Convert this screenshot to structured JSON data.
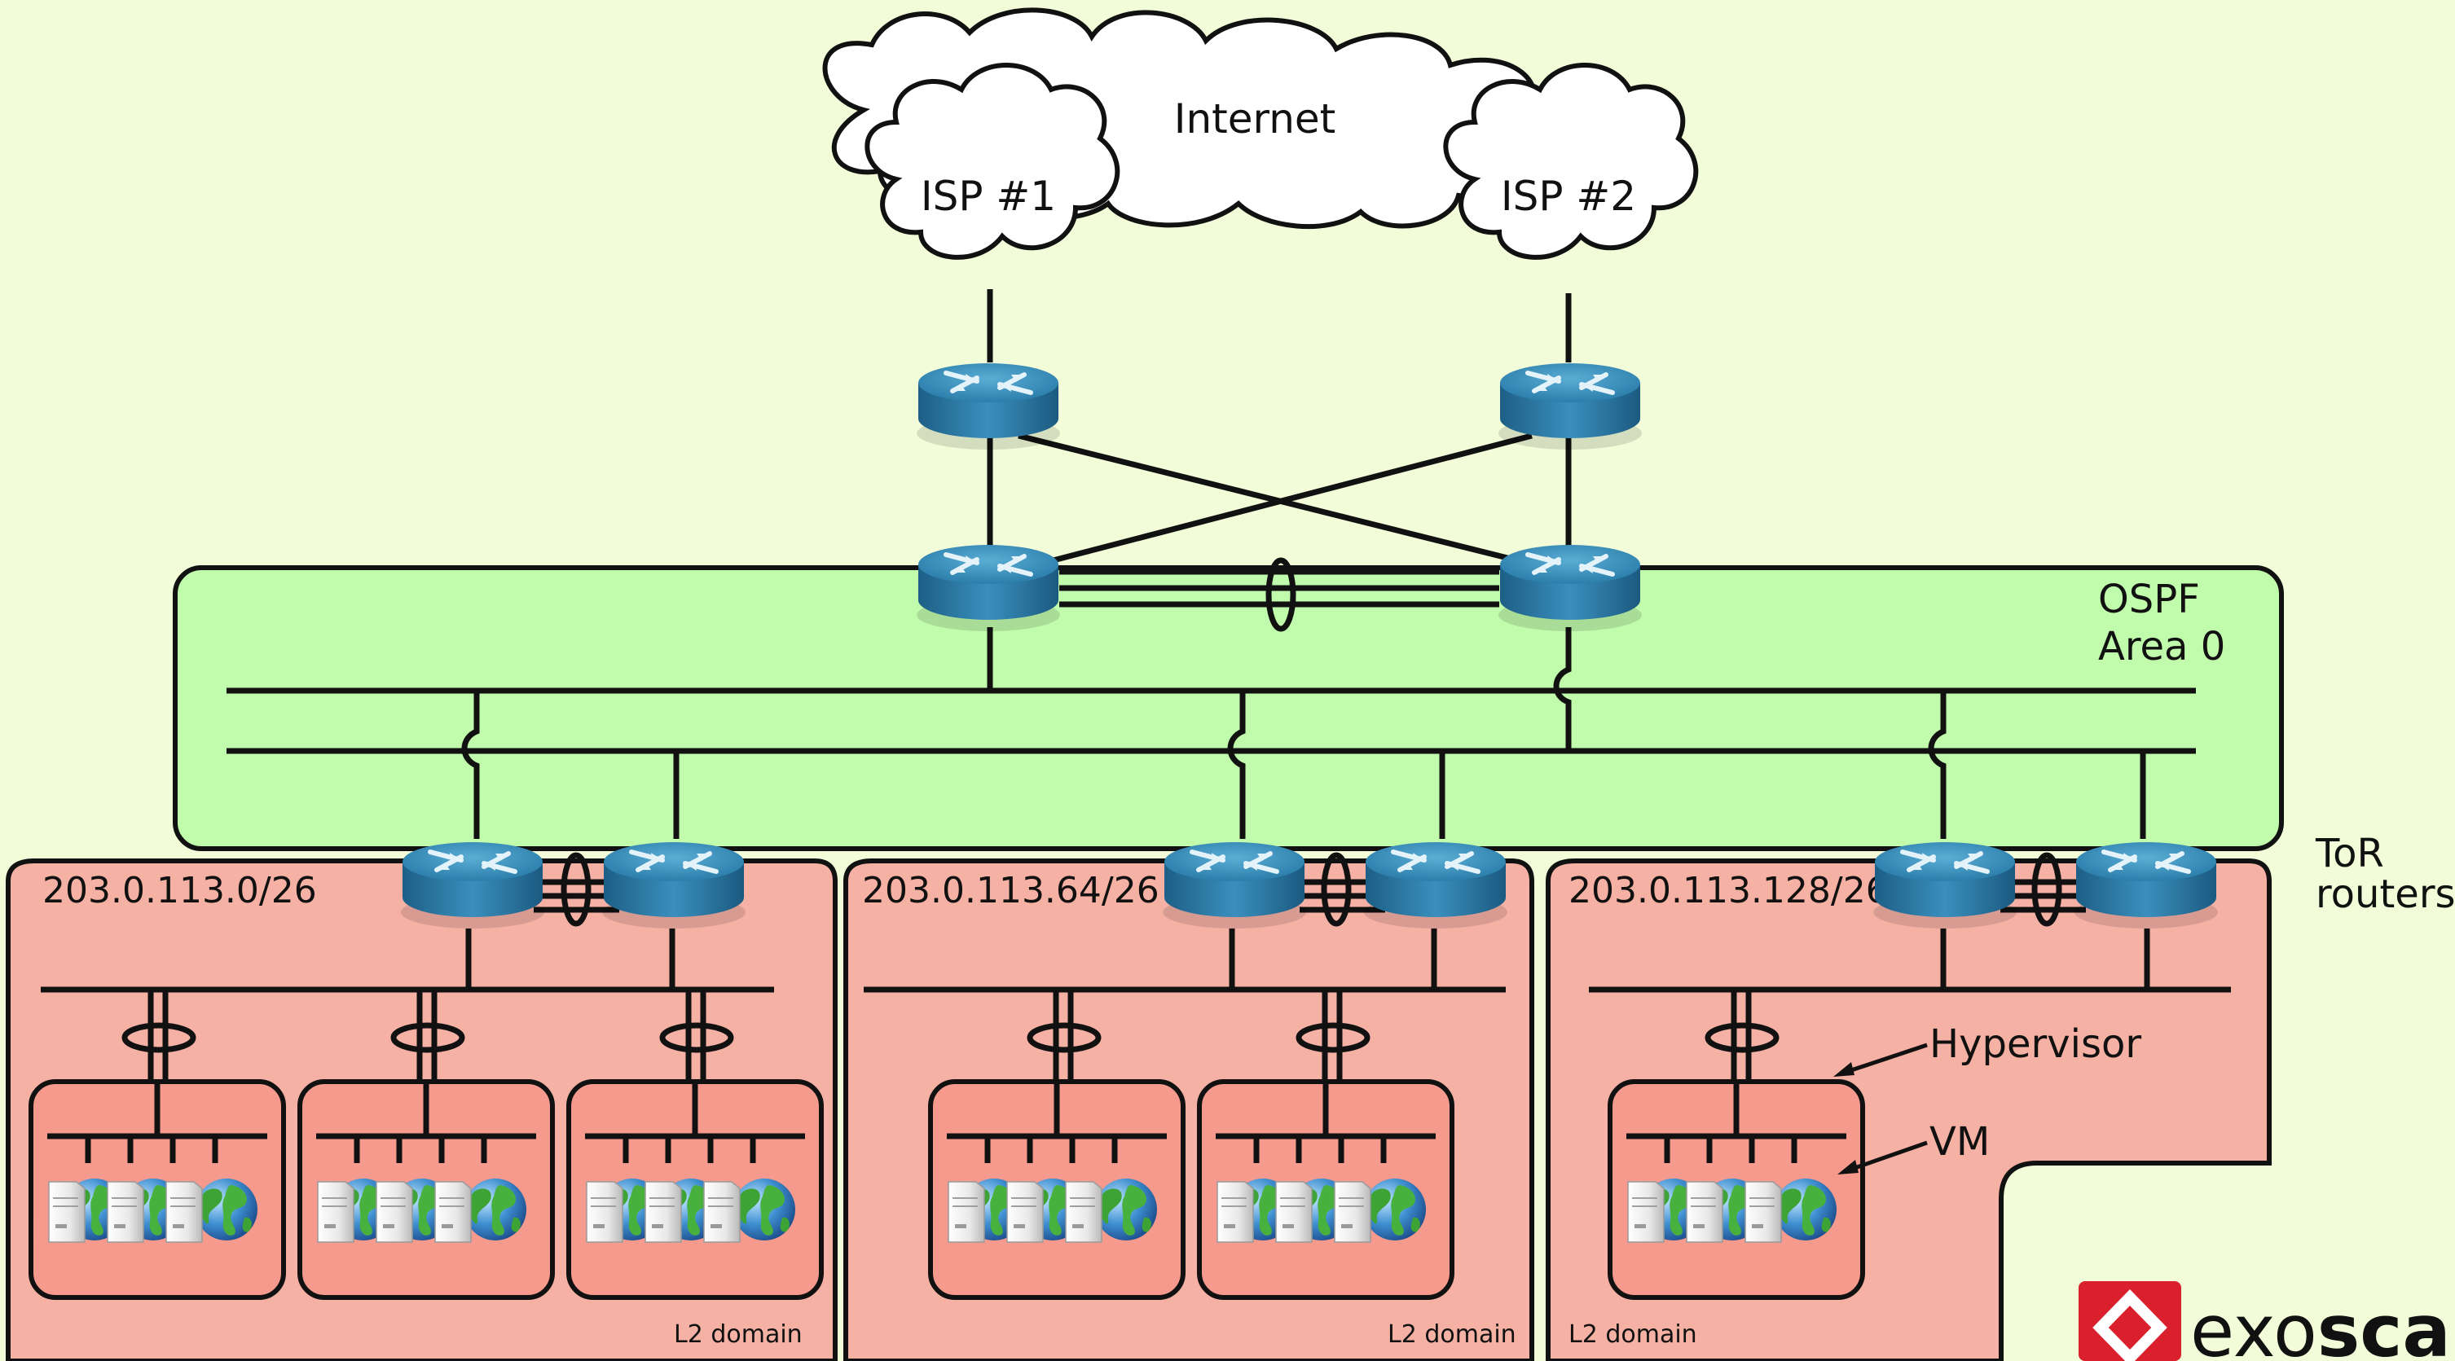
{
  "labels": {
    "internet": "Internet",
    "isp1": "ISP #1",
    "isp2": "ISP #2",
    "ospf_line1": "OSPF",
    "ospf_line2": "Area 0",
    "tor_line1": "ToR",
    "tor_line2": "routers",
    "hypervisor": "Hypervisor",
    "vm": "VM"
  },
  "domains": [
    {
      "subnet": "203.0.113.0/26",
      "l2_label": "L2 domain",
      "hypervisors": 3
    },
    {
      "subnet": "203.0.113.64/26",
      "l2_label": "L2 domain",
      "hypervisors": 2
    },
    {
      "subnet": "203.0.113.128/26",
      "l2_label": "L2 domain",
      "hypervisors": 1
    }
  ],
  "logo": {
    "prefix": "exo",
    "suffix": "scale",
    "brand_color": "#d9202c"
  },
  "colors": {
    "background": "#f2fcd8",
    "ospf_area": "#c1fbac",
    "l2_domain": "#f6b1a5",
    "hypervisor_box": "#f79a8e",
    "router": "#2d82ad"
  }
}
